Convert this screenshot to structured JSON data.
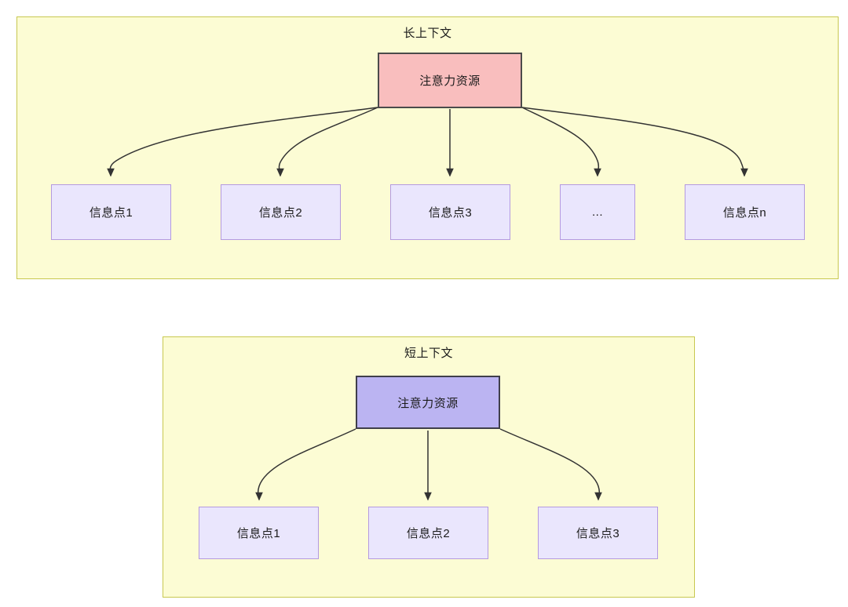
{
  "diagram": {
    "title_accent_pink": "#f9bebe",
    "title_accent_purple": "#bbb4f2",
    "panel_fill": "#fcfcd4",
    "panel_border": "#c8c850",
    "leaf_fill": "#eae6fd",
    "leaf_border": "#b49ae0",
    "edge_color": "#333333"
  },
  "panels": [
    {
      "id": "long-context",
      "title": "长上下文",
      "source": {
        "label": "注意力资源"
      },
      "leaves": [
        {
          "label": "信息点1"
        },
        {
          "label": "信息点2"
        },
        {
          "label": "信息点3"
        },
        {
          "label": "..."
        },
        {
          "label": "信息点n"
        }
      ]
    },
    {
      "id": "short-context",
      "title": "短上下文",
      "source": {
        "label": "注意力资源"
      },
      "leaves": [
        {
          "label": "信息点1"
        },
        {
          "label": "信息点2"
        },
        {
          "label": "信息点3"
        }
      ]
    }
  ]
}
